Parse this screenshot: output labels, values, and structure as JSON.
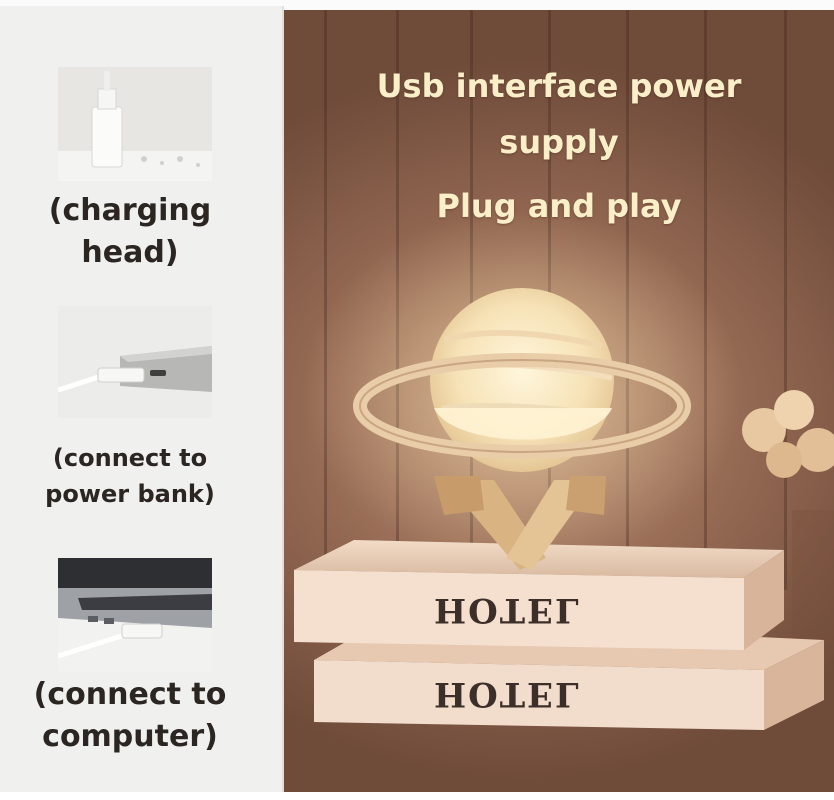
{
  "left_panel": {
    "items": [
      {
        "caption_line1": "(charging",
        "caption_line2": "head)",
        "icon": "usb-charger-icon"
      },
      {
        "caption_line1": "(connect to",
        "caption_line2": "power bank)",
        "icon": "power-bank-icon"
      },
      {
        "caption_line1": "(connect to",
        "caption_line2": "computer)",
        "icon": "laptop-icon"
      }
    ]
  },
  "main": {
    "headline_line1": "Usb interface power",
    "headline_line2": "supply",
    "subheadline": "Plug and play",
    "book_top_text": "HOTEL",
    "book_bottom_text": "HOTEL"
  },
  "colors": {
    "headline": "#fbefc9",
    "caption": "#2b2622",
    "panel_bg": "#f0f0ef"
  }
}
